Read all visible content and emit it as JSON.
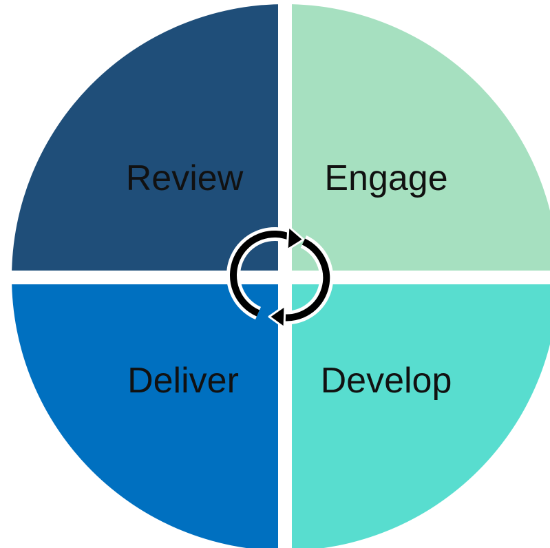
{
  "diagram": {
    "segments": [
      {
        "id": "review",
        "label": "Review",
        "color": "#1F4E79"
      },
      {
        "id": "engage",
        "label": "Engage",
        "color": "#A6E0C0"
      },
      {
        "id": "deliver",
        "label": "Deliver",
        "color": "#0070C0"
      },
      {
        "id": "develop",
        "label": "Develop",
        "color": "#58DDCF"
      }
    ],
    "center_icon": "cycle-arrows-icon"
  }
}
